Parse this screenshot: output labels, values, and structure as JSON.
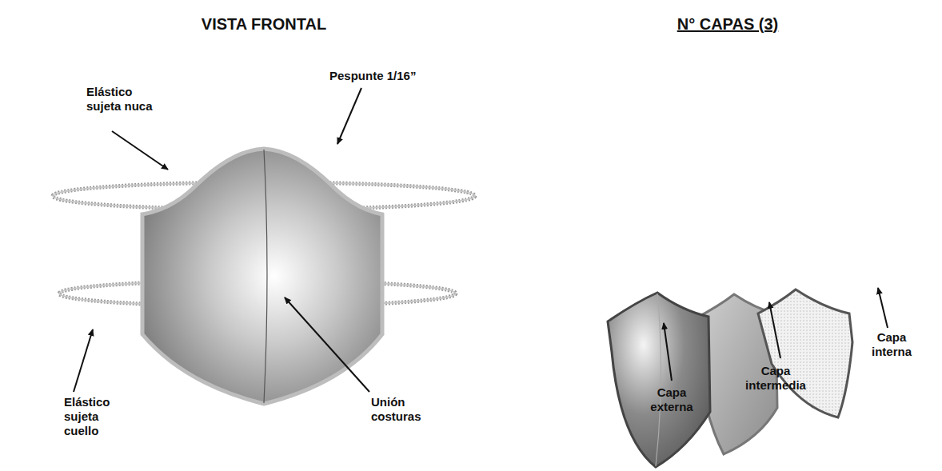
{
  "diagram": {
    "labels": [
      "VISTA FRONTAL",
      "N° CAPAS (3)",
      "Elástico sujeta nuca",
      "Pespunte 1/16”",
      "Unión costuras",
      "Elástico sujeta cuello",
      "Capa externa",
      "Capa intermedia",
      "Capa interna"
    ]
  }
}
